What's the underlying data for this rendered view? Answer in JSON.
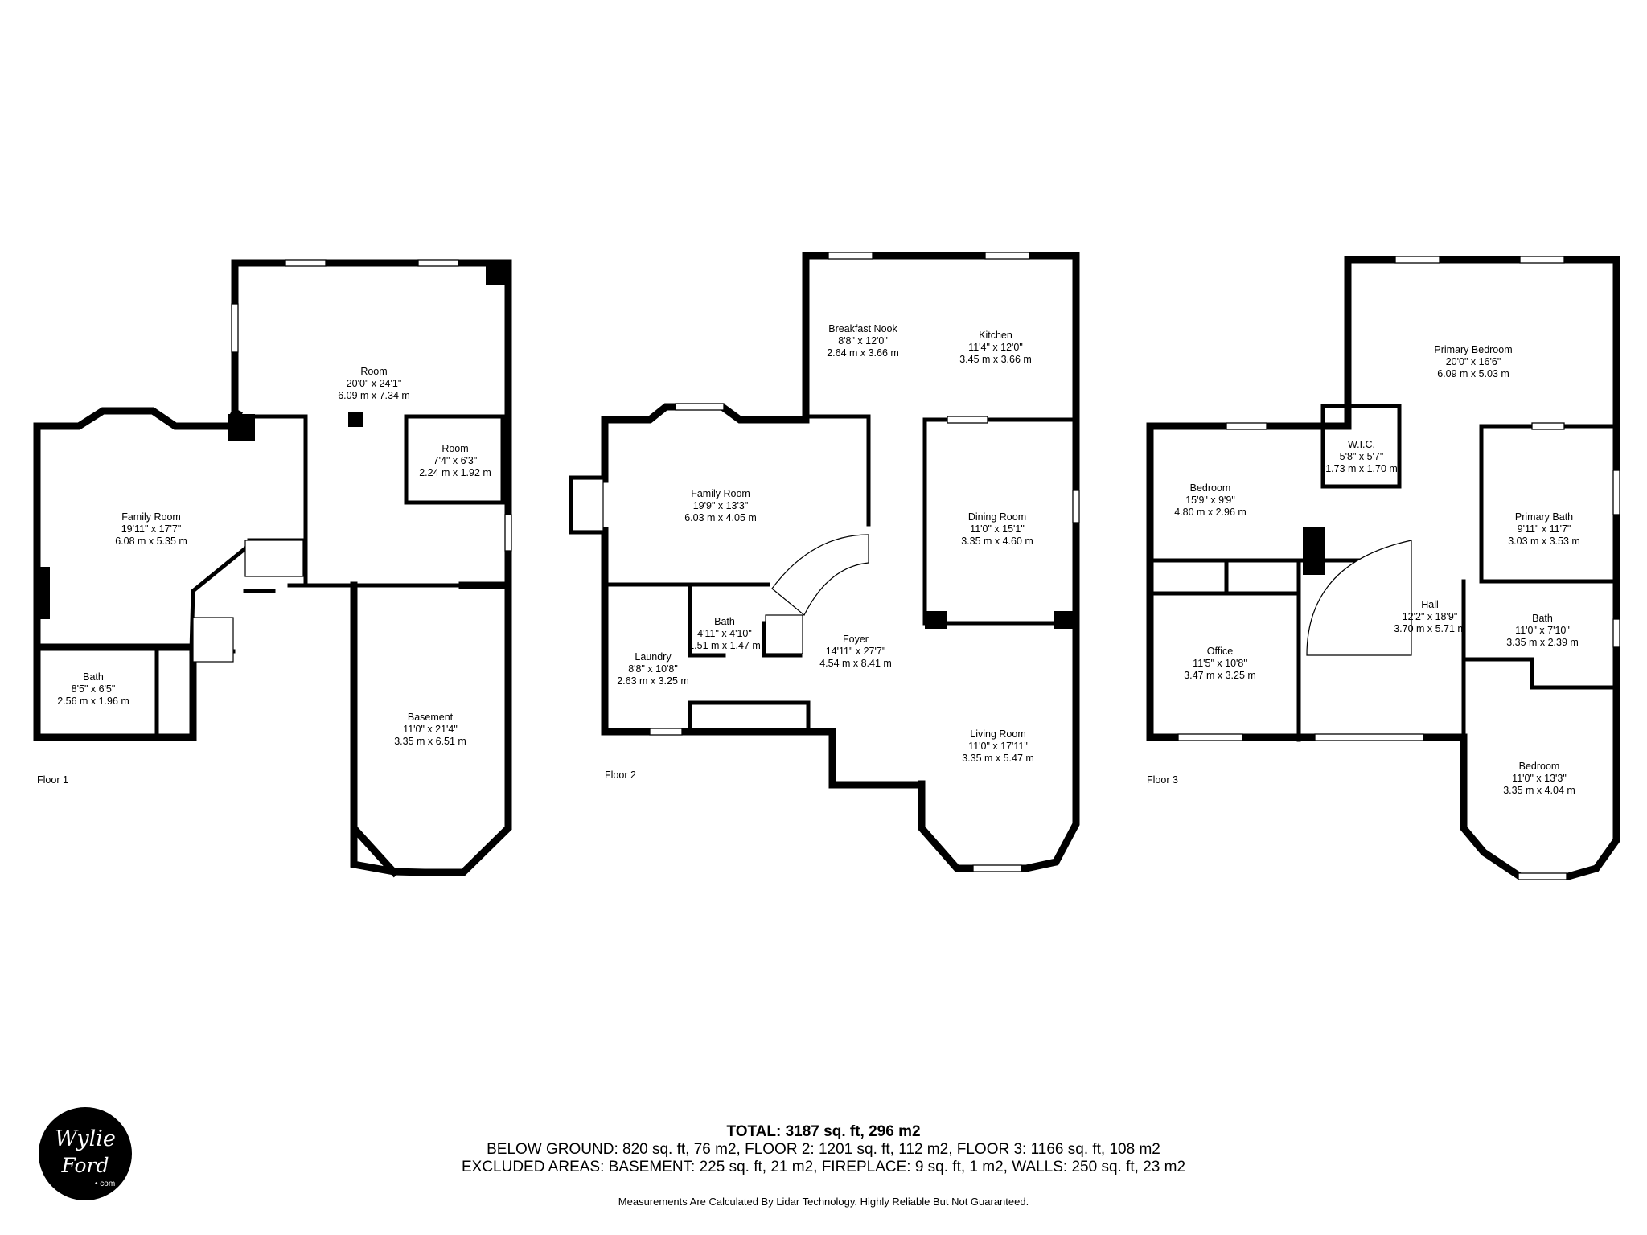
{
  "floors": [
    {
      "label": "Floor 1",
      "rooms": [
        {
          "name": "Room",
          "dims_imperial": "20'0\" x 24'1\"",
          "dims_metric": "6.09 m x 7.34 m"
        },
        {
          "name": "Room",
          "dims_imperial": "7'4\" x 6'3\"",
          "dims_metric": "2.24 m x 1.92 m"
        },
        {
          "name": "Family Room",
          "dims_imperial": "19'11\" x 17'7\"",
          "dims_metric": "6.08 m x 5.35 m"
        },
        {
          "name": "Bath",
          "dims_imperial": "8'5\" x 6'5\"",
          "dims_metric": "2.56 m x 1.96 m"
        },
        {
          "name": "Basement",
          "dims_imperial": "11'0\" x 21'4\"",
          "dims_metric": "3.35 m x 6.51 m"
        }
      ]
    },
    {
      "label": "Floor 2",
      "rooms": [
        {
          "name": "Breakfast Nook",
          "dims_imperial": "8'8\" x 12'0\"",
          "dims_metric": "2.64 m x 3.66 m"
        },
        {
          "name": "Kitchen",
          "dims_imperial": "11'4\" x 12'0\"",
          "dims_metric": "3.45 m x 3.66 m"
        },
        {
          "name": "Family Room",
          "dims_imperial": "19'9\" x 13'3\"",
          "dims_metric": "6.03 m x 4.05 m"
        },
        {
          "name": "Dining Room",
          "dims_imperial": "11'0\" x 15'1\"",
          "dims_metric": "3.35 m x 4.60 m"
        },
        {
          "name": "Bath",
          "dims_imperial": "4'11\" x 4'10\"",
          "dims_metric": "1.51 m x 1.47 m"
        },
        {
          "name": "Laundry",
          "dims_imperial": "8'8\" x 10'8\"",
          "dims_metric": "2.63 m x 3.25 m"
        },
        {
          "name": "Foyer",
          "dims_imperial": "14'11\" x 27'7\"",
          "dims_metric": "4.54 m x 8.41 m"
        },
        {
          "name": "Living Room",
          "dims_imperial": "11'0\" x 17'11\"",
          "dims_metric": "3.35 m x 5.47 m"
        }
      ]
    },
    {
      "label": "Floor 3",
      "rooms": [
        {
          "name": "Primary Bedroom",
          "dims_imperial": "20'0\" x 16'6\"",
          "dims_metric": "6.09 m x 5.03 m"
        },
        {
          "name": "W.I.C.",
          "dims_imperial": "5'8\" x 5'7\"",
          "dims_metric": "1.73 m x 1.70 m"
        },
        {
          "name": "Bedroom",
          "dims_imperial": "15'9\" x 9'9\"",
          "dims_metric": "4.80 m x 2.96 m"
        },
        {
          "name": "Primary Bath",
          "dims_imperial": "9'11\" x 11'7\"",
          "dims_metric": "3.03 m x 3.53 m"
        },
        {
          "name": "Office",
          "dims_imperial": "11'5\" x 10'8\"",
          "dims_metric": "3.47 m x 3.25 m"
        },
        {
          "name": "Hall",
          "dims_imperial": "12'2\" x 18'9\"",
          "dims_metric": "3.70 m x 5.71 m"
        },
        {
          "name": "Bath",
          "dims_imperial": "11'0\" x 7'10\"",
          "dims_metric": "3.35 m x 2.39 m"
        },
        {
          "name": "Bedroom",
          "dims_imperial": "11'0\" x 13'3\"",
          "dims_metric": "3.35 m x 4.04 m"
        }
      ]
    }
  ],
  "totals": {
    "total": "TOTAL: 3187 sq. ft, 296 m2",
    "line2": "BELOW GROUND: 820 sq. ft, 76 m2, FLOOR 2: 1201 sq. ft, 112 m2, FLOOR 3: 1166 sq. ft, 108 m2",
    "line3": "EXCLUDED AREAS: BASEMENT: 225 sq. ft, 21 m2, FIREPLACE: 9 sq. ft, 1 m2, WALLS: 250 sq. ft, 23 m2"
  },
  "disclaimer": "Measurements Are Calculated By Lidar Technology. Highly Reliable But Not Guaranteed.",
  "logo": {
    "line1": "Wylie",
    "line2": "Ford",
    "line3": "• com"
  }
}
